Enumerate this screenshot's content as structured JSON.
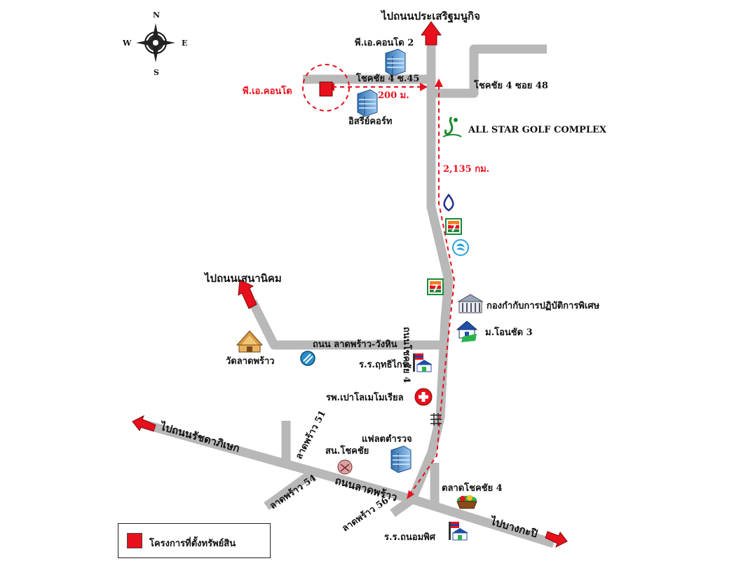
{
  "compass": {
    "n": "N",
    "s": "S",
    "e": "E",
    "w": "W"
  },
  "labels": {
    "to_prasert": "ไปถนนประเสริฐมนูกิจ",
    "pa_condo_2": "พี.เอ.คอนโด 2",
    "chokchai4_soi45": "โชคชัย 4 ซ.45",
    "chokchai4_soi48": "โชคชัย 4 ซอย 48",
    "pa_condo": "พี.เอ.คอนโด",
    "dist_200": "200 ม.",
    "isaree_court": "อิสรีย์คอร์ท",
    "all_star_golf": "ALL STAR GOLF COMPLEX",
    "dist_2135": "2,135 กม.",
    "to_senanikom": "ไปถนนเสนานิคม",
    "special_ops": "กองกำกับการปฏิบัติการพิเศษ",
    "moo_chokchai3": "ม.โอนชัด 3",
    "lat_phrao_wanghin": "ถนน ลาดพร้าว-วังหิน",
    "chokchai4_road": "ถนนโชคชัย 4",
    "wat_lat_phrao": "วัดลาดพร้าว",
    "school_uthaiwit": "ร.ร.ฤทธิไกร",
    "hospital_paolo": "รพ.เปาโลเมโมเรียล",
    "lat_phrao_51": "ลาดพร้าว 51",
    "flat_police": "แฟลตตำรวจ",
    "police_chokchai": "สน.โชคชัย",
    "to_ratchadaphisek": "ไปถนนรัชดาภิเษก",
    "lat_phrao_road": "ถนนลาดพร้าว",
    "lat_phrao_54": "ลาดพร้าว 54",
    "market_chokchai4": "ตลาดโชคชัย 4",
    "lat_phrao_56": "ลาดพร้าว 56",
    "to_bangkapi": "ไปบางกะปิ",
    "school_thanomphit": "ร.ร.ถนอมพิศ"
  },
  "legend": {
    "project_location": "โครงการที่ตั้งทรัพย์สิน"
  },
  "colors": {
    "road": "#b8b8b8",
    "marker": "#e8101c",
    "route": "#e8101c",
    "text": "#111111"
  },
  "icons": [
    "compass-icon",
    "building-icon",
    "golf-icon",
    "bangkok-bank-icon",
    "seven-eleven-icon",
    "krungthai-bank-icon",
    "government-building-icon",
    "house-icon",
    "school-icon",
    "hospital-icon",
    "temple-icon",
    "police-station-icon",
    "market-basket-icon",
    "railway-crossing-icon"
  ]
}
